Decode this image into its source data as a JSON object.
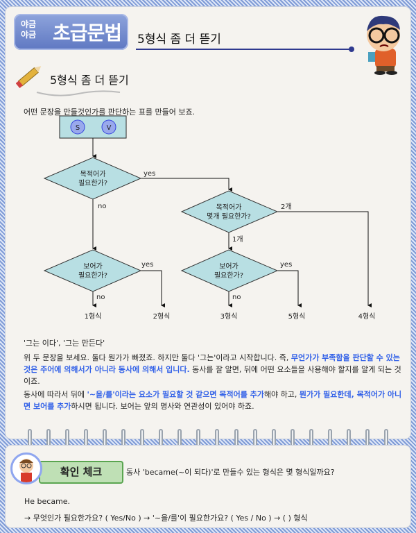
{
  "header": {
    "logo_small_1": "야금",
    "logo_small_2": "야금",
    "logo_big": "초급문법",
    "title": "5형식 좀 더 뜯기"
  },
  "section": {
    "title": "5형식 좀 더 뜯기",
    "intro": "어떤 문장을 만들것인가를 판단하는 표를 만들어 보죠."
  },
  "flowchart": {
    "start": {
      "s": "S",
      "v": "V"
    },
    "d1": {
      "line1": "목적어가",
      "line2": "필요한가?"
    },
    "d2": {
      "line1": "목적어가",
      "line2": "몇개 필요한가?"
    },
    "d3": {
      "line1": "보어가",
      "line2": "필요한가?"
    },
    "d4": {
      "line1": "보어가",
      "line2": "필요한가?"
    },
    "labels": {
      "yes1": "yes",
      "no1": "no",
      "two": "2개",
      "one": "1개",
      "yes3": "yes",
      "no3": "no",
      "yes4": "yes",
      "no4": "no"
    },
    "results": [
      "1형식",
      "2형식",
      "3형식",
      "5형식",
      "4형식"
    ]
  },
  "body": {
    "examples": "'그는 이다', '그는 만든다'",
    "p1a": "위 두 문장을 보세요. 둘다 뭔가가 빠졌죠. 하지만 둘다 '그는'이라고 시작합니다. 즉, ",
    "p1b": "무언가가 부족함을 판단할 수 있는 것은 주어에 의해서가 아니라 동사에 의해서 입니다.",
    "p1c": " 동사를 잘 알면, 뒤에 어떤 요소들을 사용해야 할지를 알게 되는 것이죠.",
    "p2a": "동사에 따라서 뒤에 ",
    "p2b": "'~을/를'이라는 요소가 필요할 것 같으면 목적어를 추가",
    "p2c": "해야 하고, ",
    "p2d": "뭔가가 필요한데, 목적어가 아니면 보어를 추가",
    "p2e": "하시면 됩니다. 보어는 앞의 명사와 연관성이 있어야 하죠."
  },
  "check": {
    "button": "확인 체크",
    "question": "동사 'became(~이 되다)'로 만들수 있는 형식은 몇 형식일까요?",
    "example": "He became.",
    "steps": "→ 무엇인가 필요한가요? ( Yes/No ) → '~을/를'이 필요한가요? ( Yes / No ) → (     ) 형식"
  }
}
